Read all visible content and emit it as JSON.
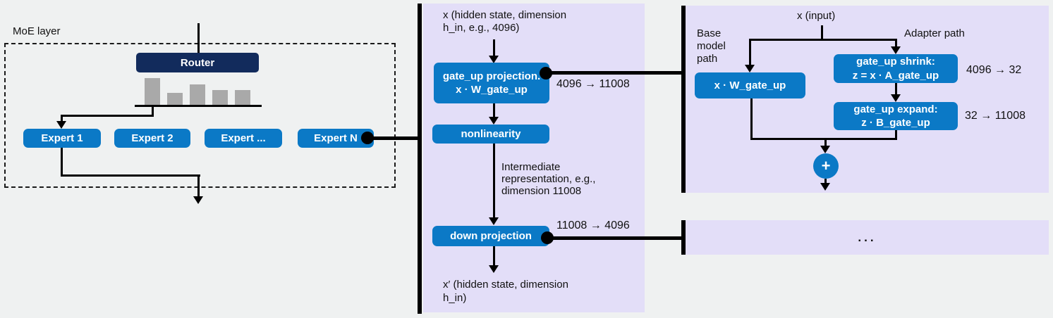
{
  "colors": {
    "background": "#eff1f1",
    "panel_purple": "#e3def8",
    "box_blue": "#0b79c6",
    "router_navy": "#122b5c",
    "bar_gray": "#a9a9a9",
    "line_black": "#000000"
  },
  "moe": {
    "label": "MoE layer",
    "router_label": "Router",
    "router_weight_bars": [
      39,
      18,
      30,
      22,
      22
    ],
    "experts": [
      "Expert 1",
      "Expert 2",
      "Expert ...",
      "Expert N"
    ]
  },
  "expert_detail": {
    "input_lines": [
      "x  (hidden state, dimension",
      "h_in, e.g., 4096)"
    ],
    "gate_up_box_lines": [
      "gate_up projection.",
      "x · W_gate_up"
    ],
    "gate_up_dims": "4096 → 11008",
    "nonlinearity_label": "nonlinearity",
    "intermediate_lines": [
      "Intermediate",
      "representation, e.g.,",
      "dimension 11008"
    ],
    "down_box_label": "down projection",
    "down_dims": "11008 → 4096",
    "output_lines": [
      "x′  (hidden state, dimension",
      "h_in)"
    ]
  },
  "adapter_detail": {
    "input_label": "x  (input)",
    "base_path_lines": [
      "Base",
      "model",
      "path"
    ],
    "adapter_path_label": "Adapter path",
    "base_box_label": "x · W_gate_up",
    "shrink_box_lines": [
      "gate_up shrink:",
      "z = x · A_gate_up"
    ],
    "shrink_dims": "4096 → 32",
    "expand_box_lines": [
      "gate_up expand:",
      "z · B_gate_up"
    ],
    "expand_dims": "32 → 11008",
    "sum_label": "+"
  },
  "more_panel": {
    "label": "..."
  }
}
